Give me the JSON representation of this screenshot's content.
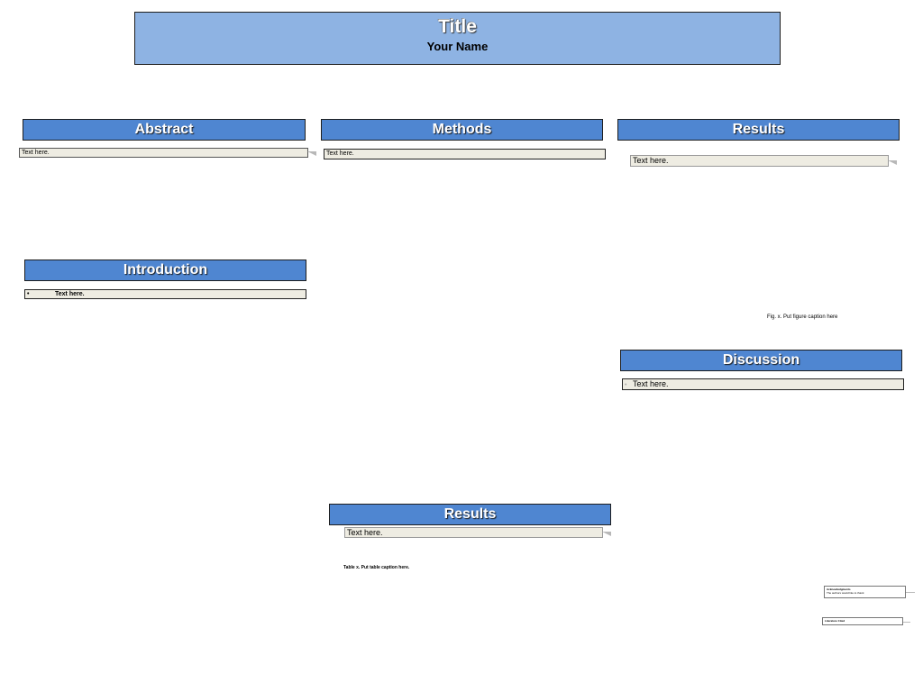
{
  "title": {
    "main": "Title",
    "author": "Your Name"
  },
  "sections": {
    "abstract": {
      "heading": "Abstract",
      "text": "Text here."
    },
    "methods": {
      "heading": "Methods",
      "text": "Text here."
    },
    "results_top": {
      "heading": "Results",
      "text": "Text here.",
      "figure_caption": "Fig. x.  Put figure caption here"
    },
    "introduction": {
      "heading": "Introduction",
      "bullet": "•",
      "text": "Text here."
    },
    "discussion": {
      "heading": "Discussion",
      "bullet": "•",
      "text": "Text here."
    },
    "results_bottom": {
      "heading": "Results",
      "text": "Text here.",
      "table_caption": "Table x. Put table caption here."
    }
  },
  "acknowledgments": {
    "heading": "Acknowledgments",
    "text": "The authors would like to thank"
  },
  "literature": {
    "heading": "Literature Cited"
  }
}
